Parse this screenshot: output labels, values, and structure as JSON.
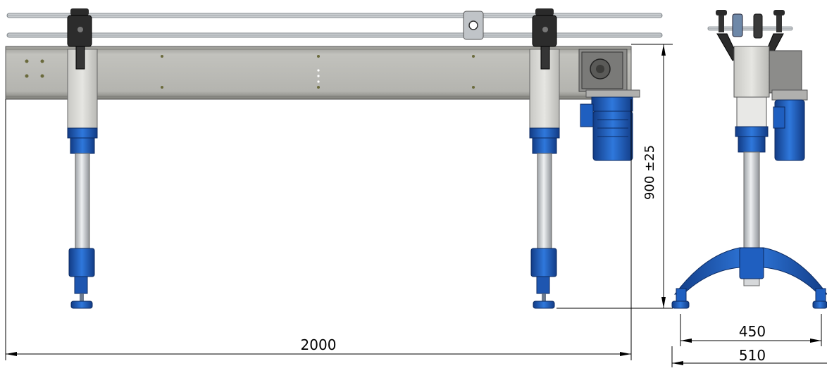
{
  "drawing": {
    "dimensions": {
      "length": "2000",
      "height": "900 ±25",
      "inner_width": "450",
      "outer_width": "510"
    }
  },
  "colors": {
    "steel": "#b9b9b4",
    "steel_dark": "#8d8d88",
    "rail": "#c9cdd0",
    "bracket_dark": "#2a2a2a",
    "motor_blue": "#1f5fc0",
    "motor_blue_dark": "#123c86",
    "leg_light": "#e4e6e8",
    "dimension_line": "#000000"
  }
}
